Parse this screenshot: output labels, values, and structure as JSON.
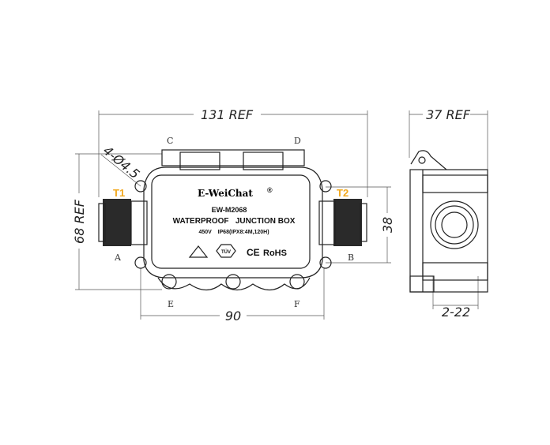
{
  "dimensions": {
    "width": "131 REF",
    "height": "68 REF",
    "holes": "4-Ø4.5",
    "span": "38",
    "base": "90",
    "depth": "37 REF",
    "gland": "2-22"
  },
  "letters": {
    "a": "A",
    "b": "B",
    "c": "C",
    "d": "D",
    "e": "E",
    "f": "F"
  },
  "terminals": {
    "t1": "T1",
    "t2": "T2"
  },
  "label": {
    "brand": "E-WeiChat",
    "reg": "®",
    "model": "EW-M2068",
    "title": "WATERPROOF   JUNCTION BOX",
    "rating": "450V    IP68(IPX8:4M,120H)",
    "tuv": "TÜV",
    "ce": "CE",
    "rohs": "RoHS"
  },
  "colors": {
    "accent": "#f2a81d"
  }
}
